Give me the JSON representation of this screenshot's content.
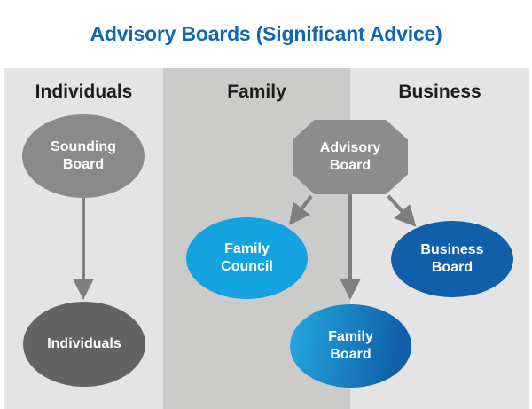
{
  "title": "Advisory Boards (Significant Advice)",
  "title_color": "#0f67b1",
  "columns": [
    {
      "label": "Individuals",
      "bg": "#e5e4e4"
    },
    {
      "label": "Family",
      "bg": "#cbcbca"
    },
    {
      "label": "Business",
      "bg": "#e5e4e4"
    }
  ],
  "nodes": [
    {
      "id": "sounding-board",
      "label": "Sounding\nBoard",
      "shape": "ellipse",
      "color": "#8a8a8a",
      "column": "Individuals"
    },
    {
      "id": "individuals",
      "label": "Individuals",
      "shape": "ellipse",
      "color": "#636363",
      "column": "Individuals"
    },
    {
      "id": "advisory-board",
      "label": "Advisory\nBoard",
      "shape": "octagon",
      "color": "#8c8c8c",
      "column": "Family/Business"
    },
    {
      "id": "family-council",
      "label": "Family\nCouncil",
      "shape": "ellipse",
      "color": "#13a3e1",
      "column": "Family"
    },
    {
      "id": "family-board",
      "label": "Family\nBoard",
      "shape": "ellipse",
      "color_start": "#22a5dd",
      "color_end": "#1160a9",
      "column": "Family/Business"
    },
    {
      "id": "business-board",
      "label": "Business\nBoard",
      "shape": "ellipse",
      "color": "#115fa8",
      "column": "Business"
    }
  ],
  "edges": [
    {
      "from": "sounding-board",
      "to": "individuals"
    },
    {
      "from": "advisory-board",
      "to": "family-council"
    },
    {
      "from": "advisory-board",
      "to": "family-board"
    },
    {
      "from": "advisory-board",
      "to": "business-board"
    }
  ],
  "arrow_color": "#7f7f7f"
}
